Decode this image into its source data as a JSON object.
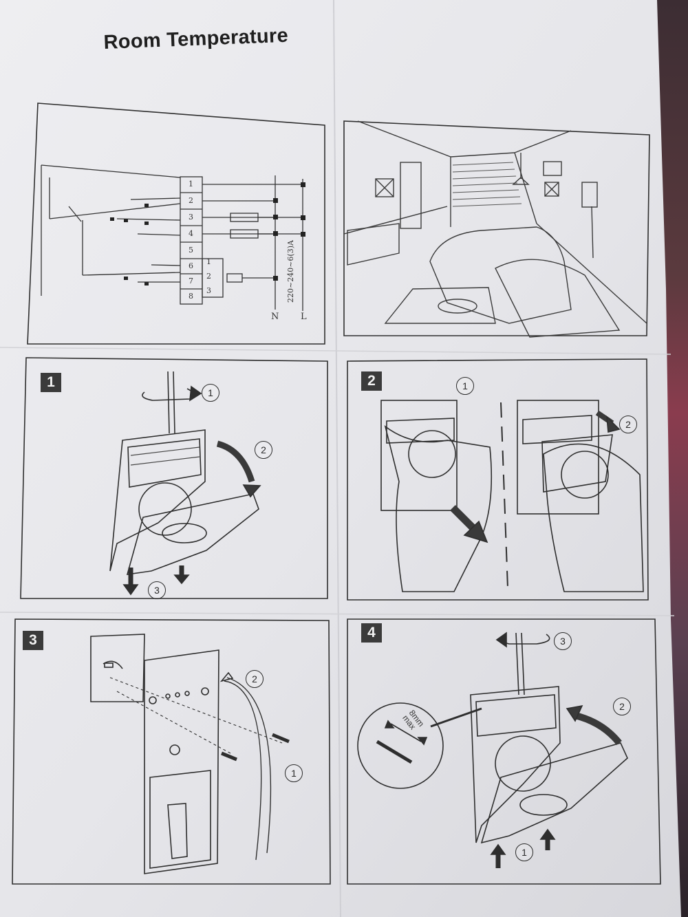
{
  "title": "Room Temperature",
  "wiring": {
    "terminals": [
      "1",
      "2",
      "3",
      "4",
      "5",
      "6",
      "7",
      "8"
    ],
    "sub_terminals": [
      "1",
      "2",
      "3"
    ],
    "voltage": "220~240~6(3)A",
    "neutral": "N",
    "live": "L"
  },
  "steps": [
    {
      "number": "1",
      "callouts": [
        "1",
        "2",
        "3"
      ]
    },
    {
      "number": "2",
      "callouts": [
        "1",
        "2"
      ]
    },
    {
      "number": "3",
      "callouts": [
        "2",
        "1"
      ]
    },
    {
      "number": "4",
      "callouts": [
        "3",
        "2",
        "1"
      ],
      "wire_note": [
        "8mm",
        "max"
      ]
    }
  ],
  "colors": {
    "paper": "#e9e9ec",
    "ink": "#2a2a2a",
    "step_badge": "#3b3b3b"
  }
}
